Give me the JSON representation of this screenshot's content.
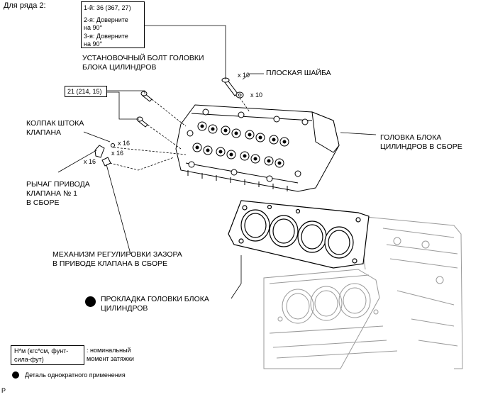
{
  "header": {
    "row_label": "Для ряда 2:"
  },
  "torque_box_bolt": {
    "step1": "1-й: 36 (367, 27)",
    "step2_l1": "2-я: Доверните",
    "step2_l2": "на 90°",
    "step3_l1": "3-я: Доверните",
    "step3_l2": "на 90°"
  },
  "torque_box_21": "21 (214, 15)",
  "labels": {
    "head_bolt_l1": "УСТАНОВОЧНЫЙ БОЛТ ГОЛОВКИ",
    "head_bolt_l2": "БЛОКА ЦИЛИНДРОВ",
    "flat_washer": "ПЛОСКАЯ ШАЙБА",
    "cap_l1": "КОЛПАК ШТОКА",
    "cap_l2": "КЛАПАНА",
    "head_assy_l1": "ГОЛОВКА БЛОКА",
    "head_assy_l2": "ЦИЛИНДРОВ В СБОРЕ",
    "rocker_l1": "РЫЧАГ ПРИВОДА",
    "rocker_l2": "КЛАПАНА № 1",
    "rocker_l3": "В СБОРЕ",
    "lash_l1": "МЕХАНИЗМ РЕГУЛИРОВКИ ЗАЗОРА",
    "lash_l2": "В ПРИВОДЕ КЛАПАНА В СБОРЕ",
    "gasket_l1": "ПРОКЛАДКА ГОЛОВКИ БЛОКА",
    "gasket_l2": "ЦИЛИНДРОВ"
  },
  "quantities": {
    "bolts": "x 10",
    "washers": "x 10",
    "caps": "x 16",
    "rockers": "x 16",
    "adjusters": "x 16"
  },
  "legend": {
    "unit_l1": "Н*м (кгс*см, фунт-",
    "unit_l2": "сила-фут)",
    "desc_l1": ": номинальный",
    "desc_l2": "момент затяжки",
    "non_reusable": "Деталь однократного применения"
  },
  "footer_code": "P"
}
